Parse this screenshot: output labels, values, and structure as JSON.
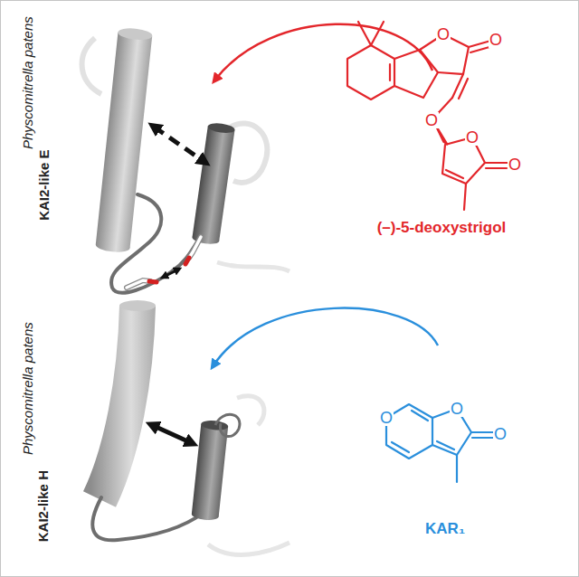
{
  "diagram": {
    "labels": [
      "Physcomitrella patens",
      "KAI2-like E",
      "(–)-5-deoxystrigol",
      "Physcomitrella patens",
      "KAI2-like H",
      "KAR₁",
      "O",
      "O",
      "O",
      "O",
      "O",
      "O",
      "O",
      "O"
    ]
  }
}
